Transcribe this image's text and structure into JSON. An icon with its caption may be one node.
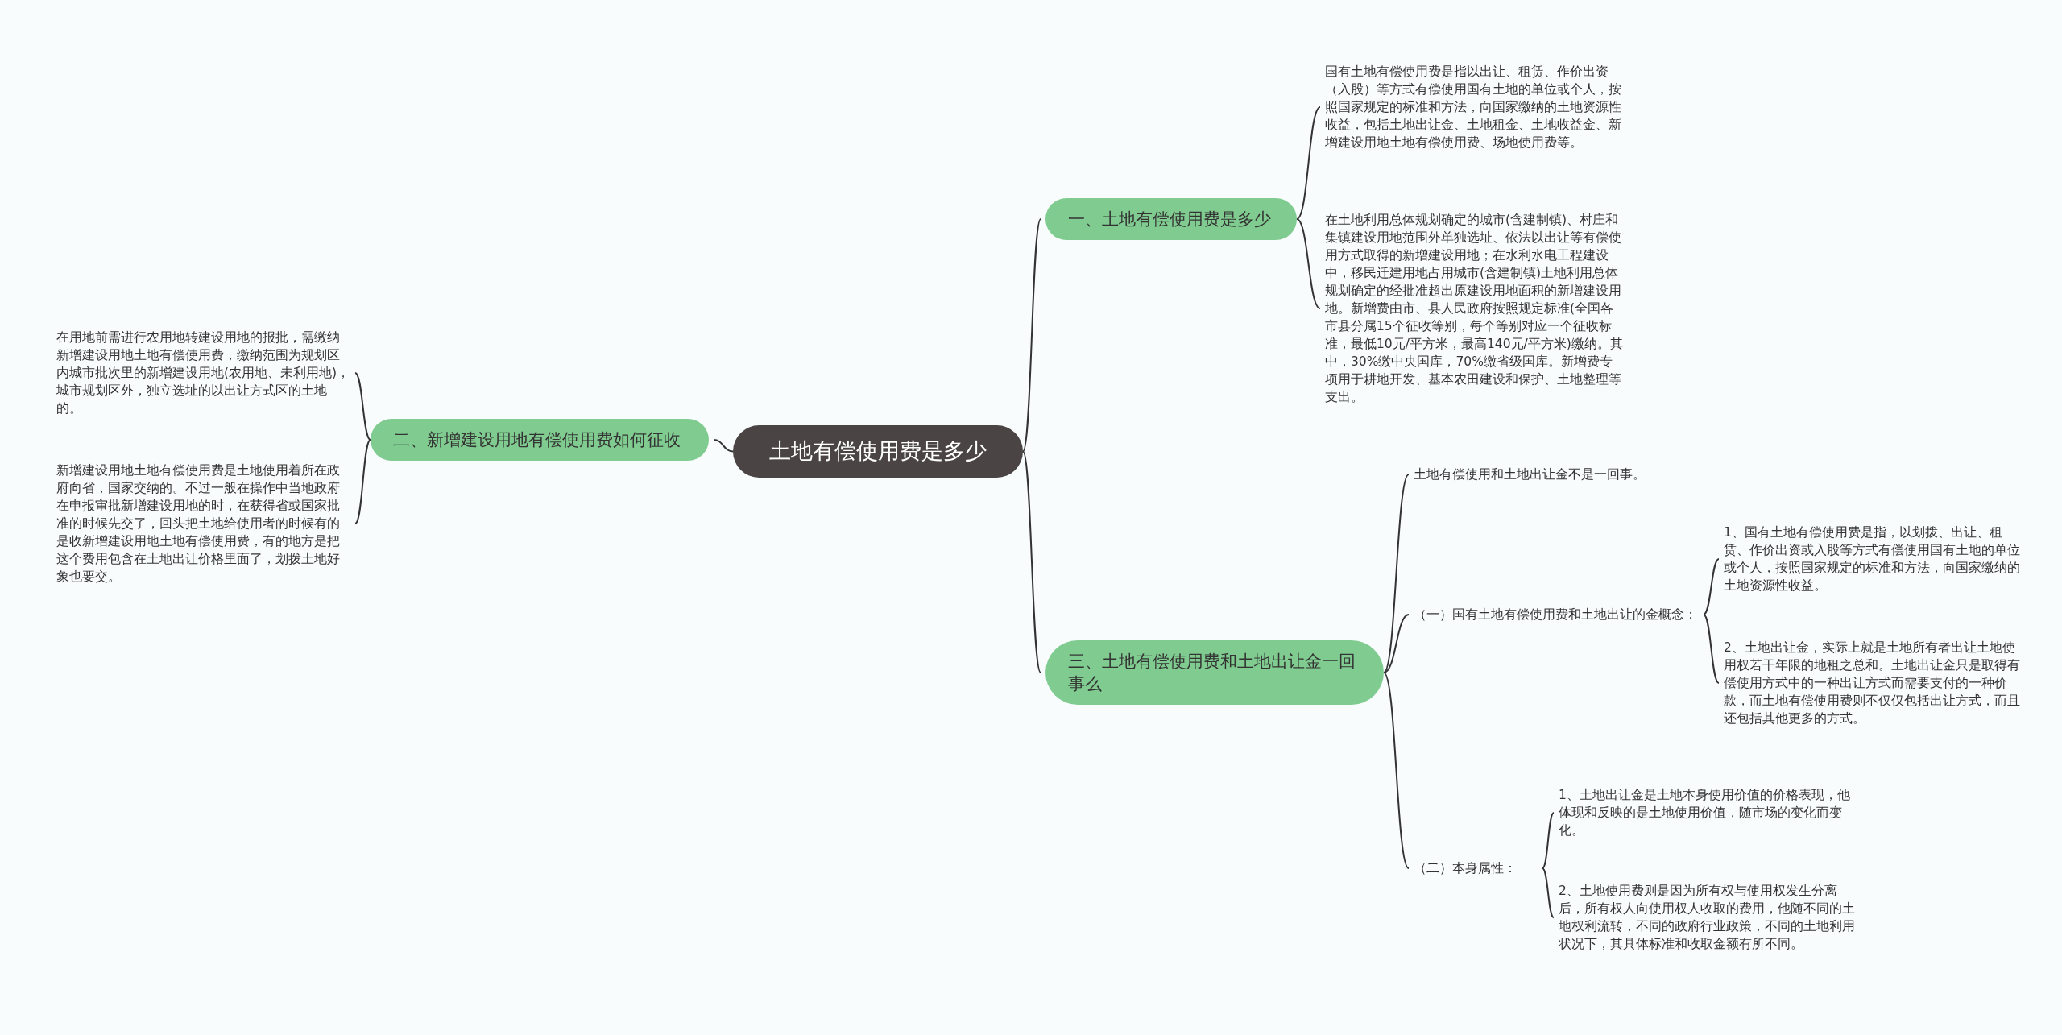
{
  "diagram": {
    "nodes": [
      {
        "text": [
          "土地有偿使用费是多少"
        ]
      },
      {
        "text": [
          "一、土地有偿使用费是多少"
        ]
      },
      {
        "text": [
          "国有土地有偿使用费是指以出让、租赁、作价出资（入股）等方式有偿使用国有土地的单位或个人，按照国家规定的标准和方法，向国家缴纳的土地资源性收益，包括土地出让金、土地租金、土地收益金、新增建设用地土地有偿使用费、场地使用费等。"
        ]
      },
      {
        "text": [
          "在土地利用总体规划确定的城市(含建制镇)、村庄和集镇建设用地范围外单独选址、依法以出让等有偿使用方式取得的新增建设用地；在水利水电工程建设中，移民迁建用地占用城市(含建制镇)土地利用总体规划确定的经批准超出原建设用地面积的新增建设用地。新增费由市、县人民政府按照规定标准(全国各市县分属15个征收等别，每个等别对应一个征收标准，最低10元/平方米，最高140元/平方米)缴纳。其中，30%缴中央国库，70%缴省级国库。新增费专项用于耕地开发、基本农田建设和保护、土地整理等支出。"
        ]
      },
      {
        "text": [
          "二、新增建设用地有偿使用费如何征收"
        ]
      },
      {
        "text": [
          "在用地前需进行农用地转建设用地的报批，需缴纳新增建设用地土地有偿使用费，缴纳范围为规划区内城市批次里的新增建设用地(农用地、未利用地)，城市规划区外，独立选址的以出让方式区的土地的。"
        ]
      },
      {
        "text": [
          "新增建设用地土地有偿使用费是土地使用着所在政府向省，国家交纳的。不过一般在操作中当地政府在申报审批新增建设用地的时，在获得省或国家批准的时候先交了，回头把土地给使用者的时候有的是收新增建设用地土地有偿使用费，有的地方是把这个费用包含在土地出让价格里面了，划拨土地好象也要交。"
        ]
      },
      {
        "text": [
          "三、土地有偿使用费和土地出让金一回事么"
        ]
      },
      {
        "text": [
          "土地有偿使用和土地出让金不是一回事。"
        ]
      },
      {
        "text": [
          "（一）国有土地有偿使用费和土地出让的金概念："
        ]
      },
      {
        "text": [
          "1、国有土地有偿使用费是指，以划拨、出让、租赁、作价出资或入股等方式有偿使用国有土地的单位或个人，按照国家规定的标准和方法，向国家缴纳的土地资源性收益。"
        ]
      },
      {
        "text": [
          "2、土地出让金，实际上就是土地所有者出让土地使用权若干年限的地租之总和。土地出让金只是取得有偿使用方式中的一种出让方式而需要支付的一种价款，而土地有偿使用费则不仅仅包括出让方式，而且还包括其他更多的方式。"
        ]
      },
      {
        "text": [
          "（二）本身属性："
        ]
      },
      {
        "text": [
          "1、土地出让金是土地本身使用价值的价格表现，他体现和反映的是土地使用价值，随市场的变化而变化。"
        ]
      },
      {
        "text": [
          "2、土地使用费则是因为所有权与使用权发生分离后，所有权人向使用权人收取的费用，他随不同的土地权利流转，不同的政府行业政策，不同的土地利用状况下，其具体标准和收取金额有所不同。"
        ]
      }
    ],
    "edges": [
      {
        "from": 0,
        "to": 1,
        "arrow": "none"
      },
      {
        "from": 0,
        "to": 4,
        "arrow": "none"
      },
      {
        "from": 0,
        "to": 7,
        "arrow": "none"
      },
      {
        "from": 1,
        "to": 2,
        "arrow": "none"
      },
      {
        "from": 1,
        "to": 3,
        "arrow": "none"
      },
      {
        "from": 4,
        "to": 5,
        "arrow": "none"
      },
      {
        "from": 4,
        "to": 6,
        "arrow": "none"
      },
      {
        "from": 7,
        "to": 8,
        "arrow": "none"
      },
      {
        "from": 7,
        "to": 9,
        "arrow": "none"
      },
      {
        "from": 7,
        "to": 12,
        "arrow": "none"
      },
      {
        "from": 9,
        "to": 10,
        "arrow": "none"
      },
      {
        "from": 9,
        "to": 11,
        "arrow": "none"
      },
      {
        "from": 12,
        "to": 13,
        "arrow": "none"
      },
      {
        "from": 12,
        "to": 14,
        "arrow": "none"
      }
    ]
  }
}
